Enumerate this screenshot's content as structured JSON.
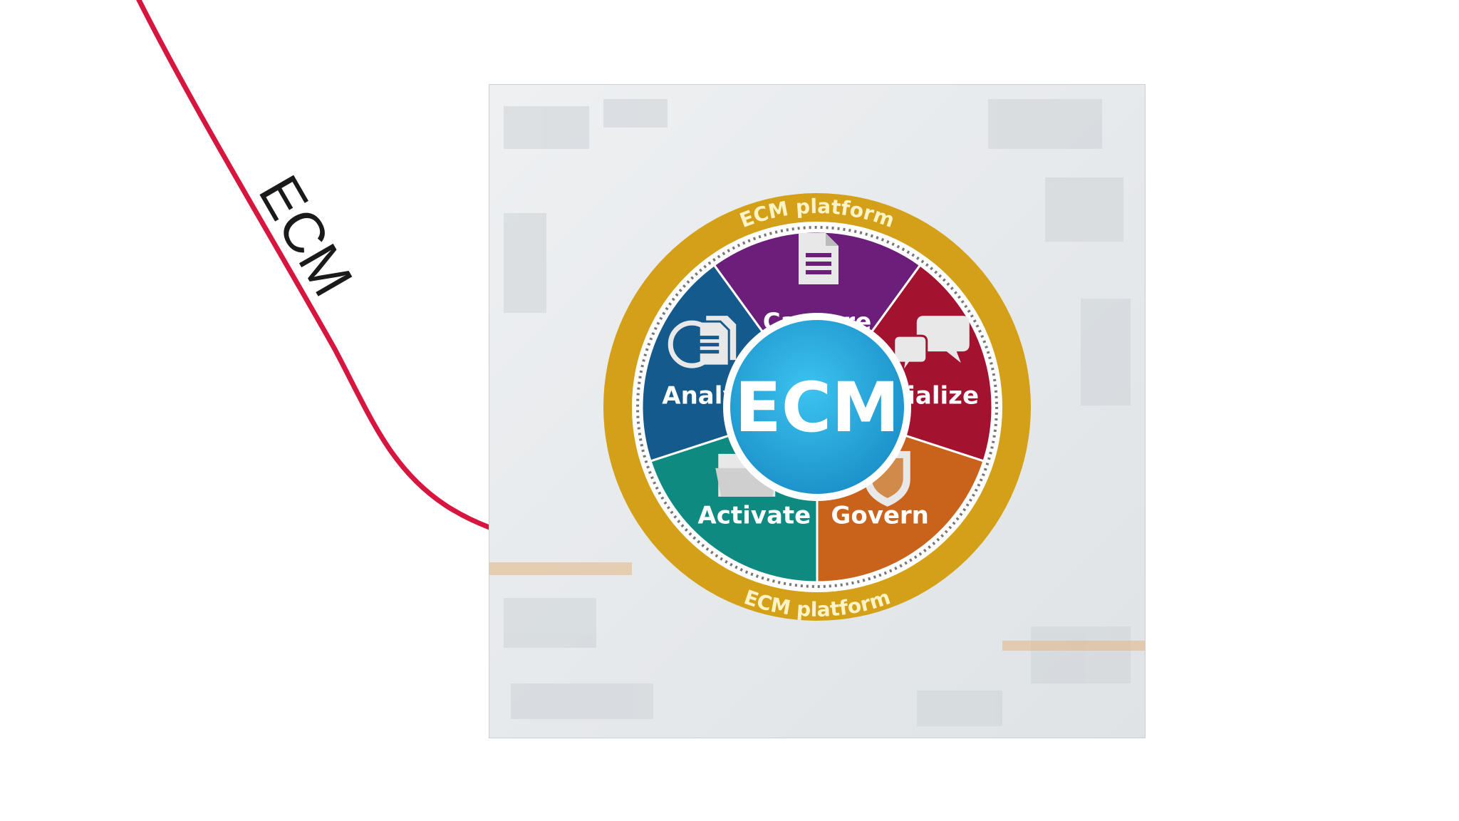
{
  "slide": {
    "curve_label": "ECM",
    "curve_color": "#d6163f"
  },
  "diagram": {
    "center_label": "ECM",
    "ring_label_top": "ECM platform",
    "ring_label_bottom": "ECM platform",
    "ring_color": "#d4a017",
    "center_color": "#1aa6dc",
    "segments": [
      {
        "label": "Capture",
        "icon": "document-icon",
        "color": "#6b1f7a"
      },
      {
        "label": "Socialize",
        "icon": "chat-bubbles-icon",
        "color": "#a3122f"
      },
      {
        "label": "Govern",
        "icon": "shield-icon",
        "color": "#c9621a"
      },
      {
        "label": "Activate",
        "icon": "folder-icon",
        "color": "#0f8a80"
      },
      {
        "label": "Analyze",
        "icon": "analyze-documents-icon",
        "color": "#145a8c"
      }
    ]
  }
}
